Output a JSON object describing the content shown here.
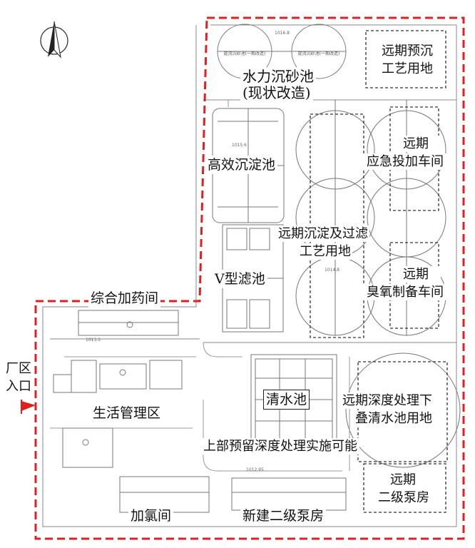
{
  "colors": {
    "site_boundary": "#e02020",
    "entrance_marker": "#e02020",
    "linework": "#8a8a8a",
    "dashed_reserve": "#333333",
    "label_background": "#ffffff"
  },
  "icons": {
    "north_arrow": "north-arrow-icon",
    "entrance_flag": "entrance-flag-icon"
  },
  "labels": {
    "grit_tank_line1": "水力沉砂池",
    "grit_tank_line2": "(现状改造)",
    "future_presed_line1": "远期预沉",
    "future_presed_line2": "工艺用地",
    "high_eff_sed": "高效沉淀池",
    "future_emergency_line1": "远期",
    "future_emergency_line2": "应急投加车间",
    "future_sed_filter_line1": "远期沉淀及过滤",
    "future_sed_filter_line2": "工艺用地",
    "v_filter": "V型滤池",
    "future_ozone_line1": "远期",
    "future_ozone_line2": "臭氧制备车间",
    "chem_building": "综合加药间",
    "plant_entrance_line1": "厂区",
    "plant_entrance_line2": "入口",
    "clear_water": "清水池",
    "future_deep_line1": "远期深度处理下",
    "future_deep_line2": "叠清水池用地",
    "living_area": "生活管理区",
    "reserved_note": "上部预留深度处理实施可能",
    "future_pump_line1": "远期",
    "future_pump_line2": "二级泵房",
    "chlorination": "加氯间",
    "new_pump_station": "新建二级泵房"
  }
}
